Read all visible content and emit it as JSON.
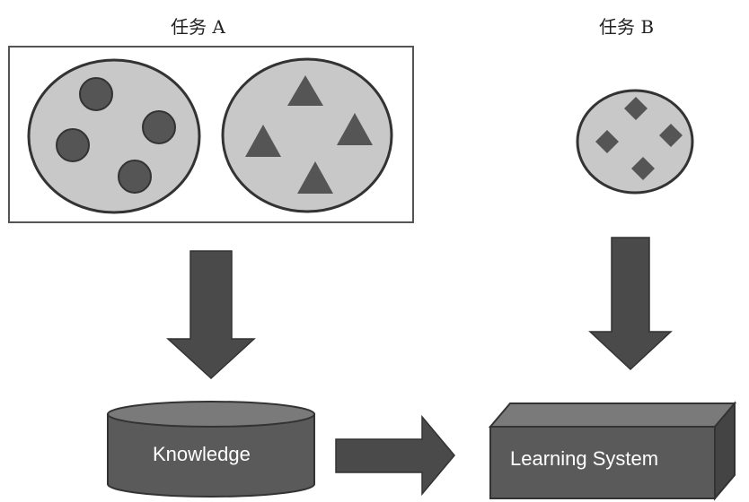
{
  "task_a": {
    "label": "任务 A"
  },
  "task_b": {
    "label": "任务 B"
  },
  "knowledge": {
    "label": "Knowledge"
  },
  "learning_system": {
    "label": "Learning System"
  },
  "colors": {
    "circle_fill": "#c8c8c8",
    "shape_fill": "#555555",
    "arrow_fill": "#4a4a4a",
    "box_fill": "#5a5a5a",
    "box_top": "#7a7a7a",
    "outline": "#333333"
  }
}
